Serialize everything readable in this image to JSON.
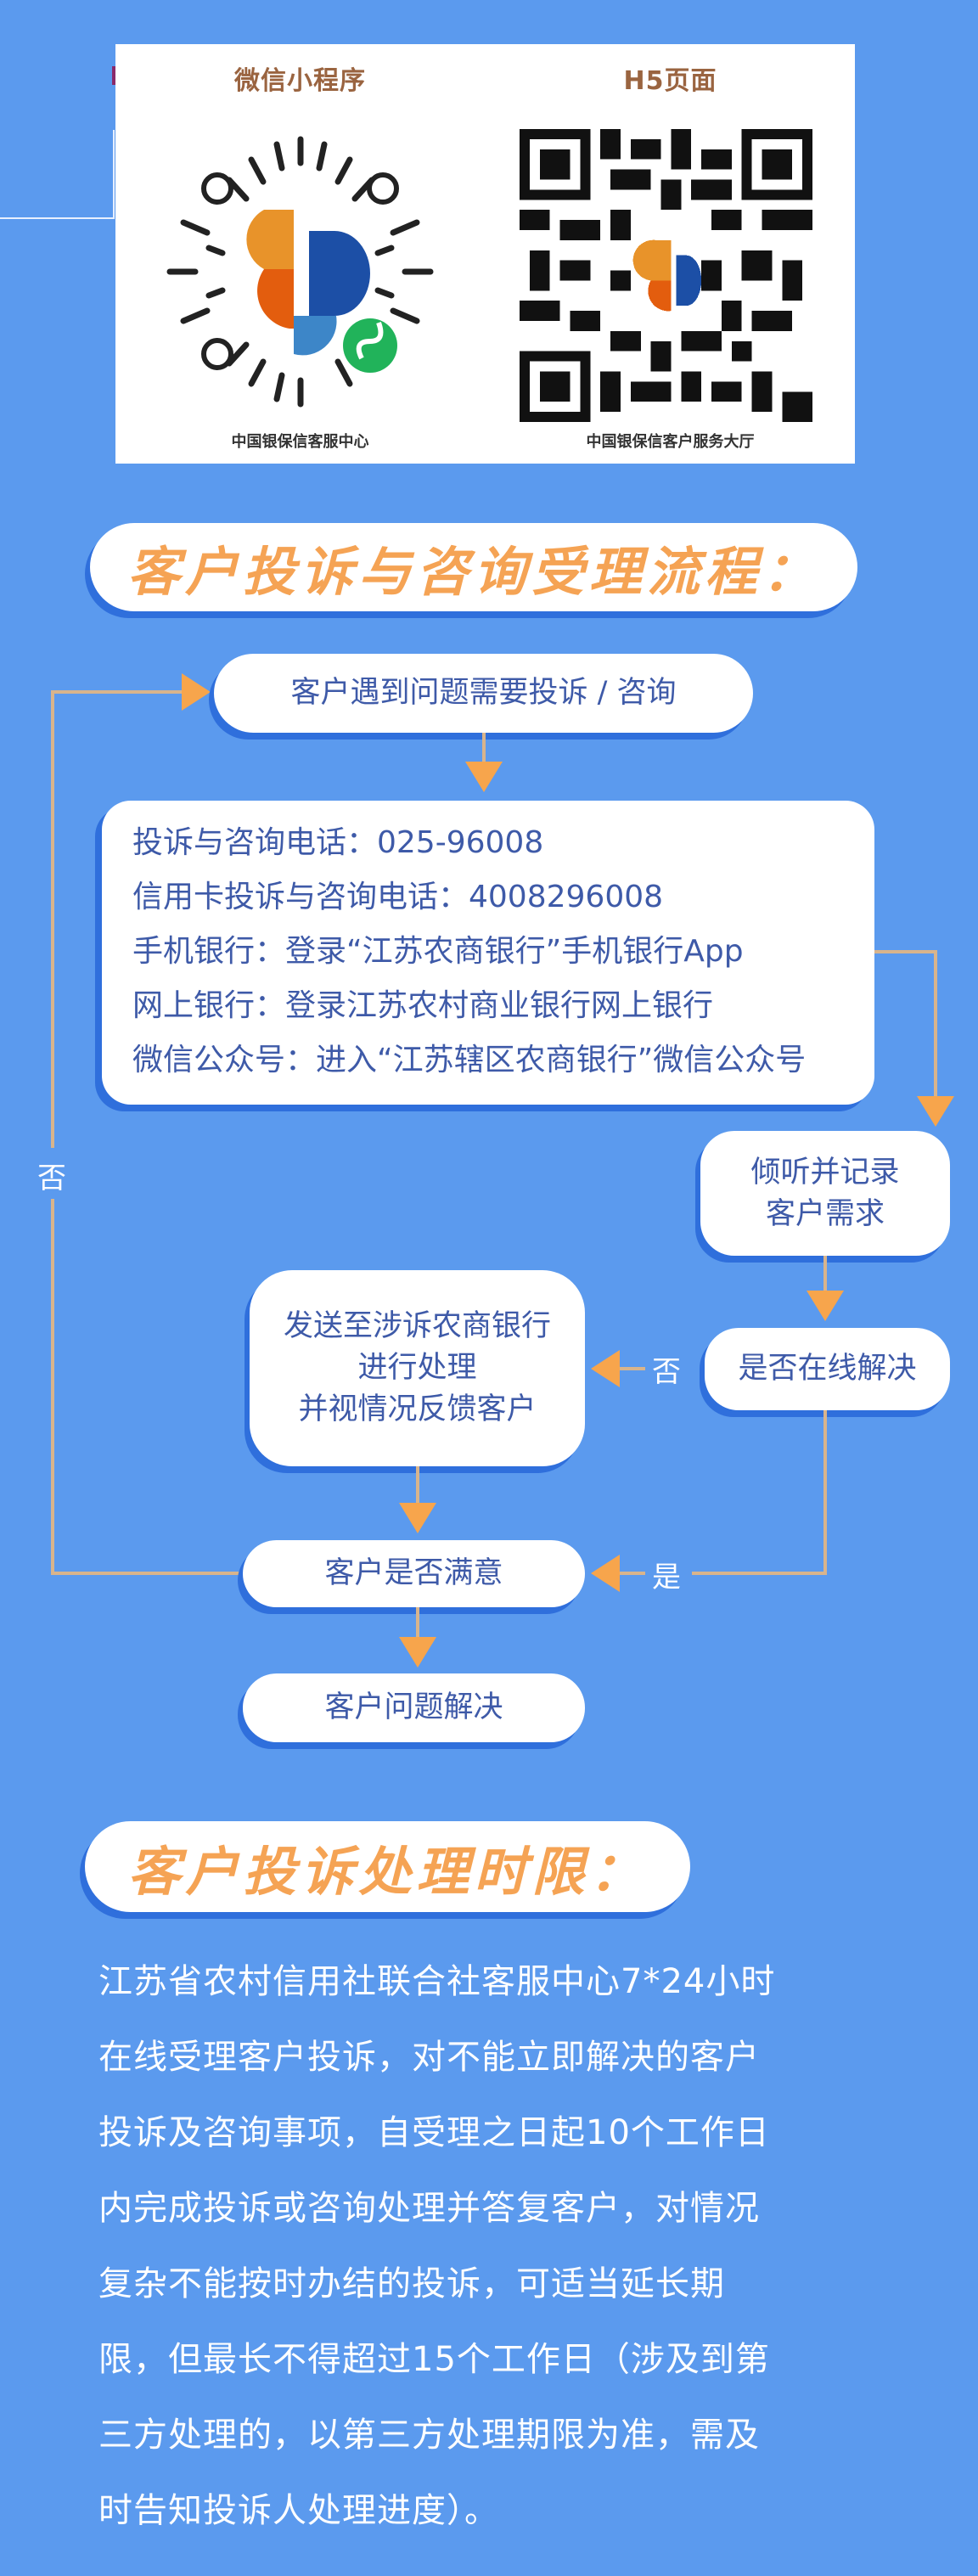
{
  "qr_section": {
    "mini_program": {
      "title": "微信小程序",
      "caption": "中国银保信客服中心",
      "icon": "wechat-mini-program-code"
    },
    "h5_page": {
      "title": "H5页面",
      "caption": "中国银保信客户服务大厅",
      "icon": "qr-code"
    }
  },
  "process_section": {
    "title": "客户投诉与咨询受理流程：",
    "start_node": "客户遇到问题需要投诉 / 咨询",
    "contact_channels": [
      "投诉与咨询电话：025-96008",
      "信用卡投诉与咨询电话：4008296008",
      "手机银行：登录“江苏农商银行”手机银行App",
      "网上银行：登录江苏农村商业银行网上银行",
      "微信公众号：进入“江苏辖区农商银行”微信公众号"
    ],
    "listen_node": [
      "倾听并记录",
      "客户需求"
    ],
    "online_resolve_node": "是否在线解决",
    "forward_node": [
      "发送至涉诉农商银行",
      "进行处理",
      "并视情况反馈客户"
    ],
    "satisfied_node": "客户是否满意",
    "resolved_node": "客户问题解决",
    "labels": {
      "no_left": "否",
      "no_online": "否",
      "yes_online": "是"
    }
  },
  "time_limit_section": {
    "title": "客户投诉处理时限：",
    "paragraph_lines": [
      "江苏省农村信用社联合社客服中心7*24小时",
      "在线受理客户投诉，对不能立即解决的客户",
      "投诉及咨询事项，自受理之日起10个工作日",
      "内完成投诉或咨询处理并答复客户，对情况",
      "复杂不能按时办结的投诉，可适当延长期",
      "限，但最长不得超过15个工作日（涉及到第",
      "三方处理的，以第三方处理期限为准，需及",
      "时告知投诉人处理进度）。"
    ]
  },
  "colors": {
    "background": "#5b9aee",
    "banner_text": "#f5a354",
    "box_text": "#3e5aa8",
    "arrow": "#f7a54c",
    "connector": "#d8b48c",
    "shadow": "#2f6fdc"
  }
}
